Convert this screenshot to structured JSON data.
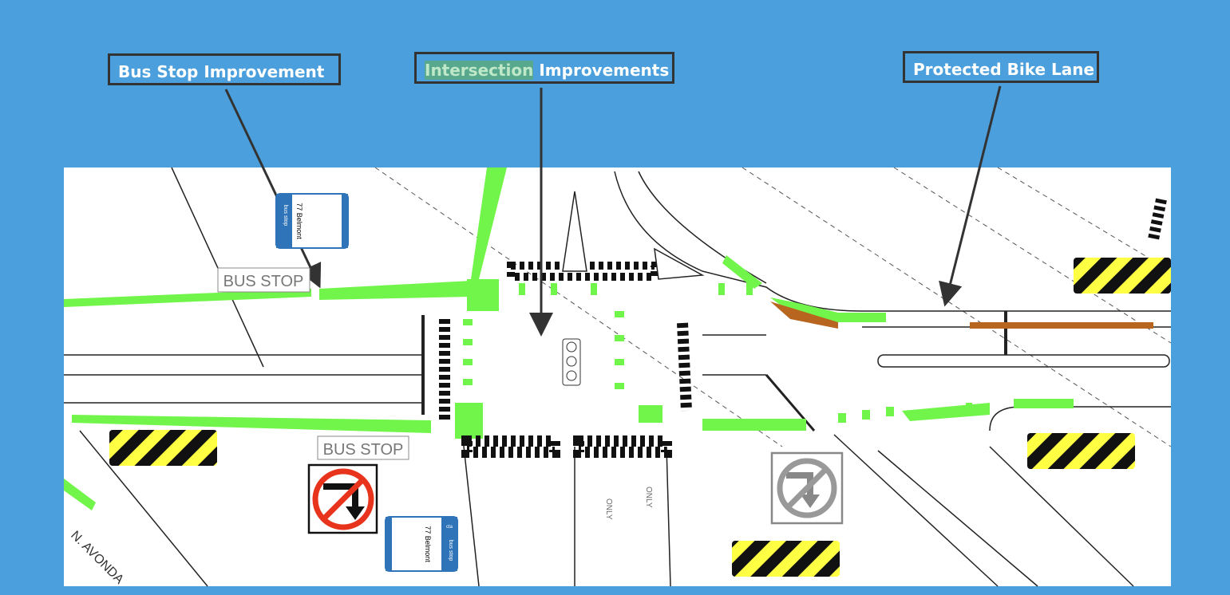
{
  "callouts": {
    "bus_stop": "Bus Stop Improvement",
    "intersection_highlight": "Intersection",
    "intersection_rest": " Improvements",
    "bike_lane": "Protected Bike Lane"
  },
  "map": {
    "bus_stop_label_1": "BUS STOP",
    "bus_stop_label_2": "BUS STOP",
    "bus_sign_route": "77 Belmont",
    "bus_sign_word": "bus stop",
    "bus_sign_brand": "cta",
    "lane_only": "ONLY",
    "street_name": "N. AVONDA"
  },
  "colors": {
    "background": "#4a9fdc",
    "bike_lane_green": "#72f54a",
    "buffer_brown": "#b8651f",
    "hazard_yellow": "#ffff44",
    "cta_blue": "#2f74b9",
    "no_turn_red": "#e8341c"
  }
}
